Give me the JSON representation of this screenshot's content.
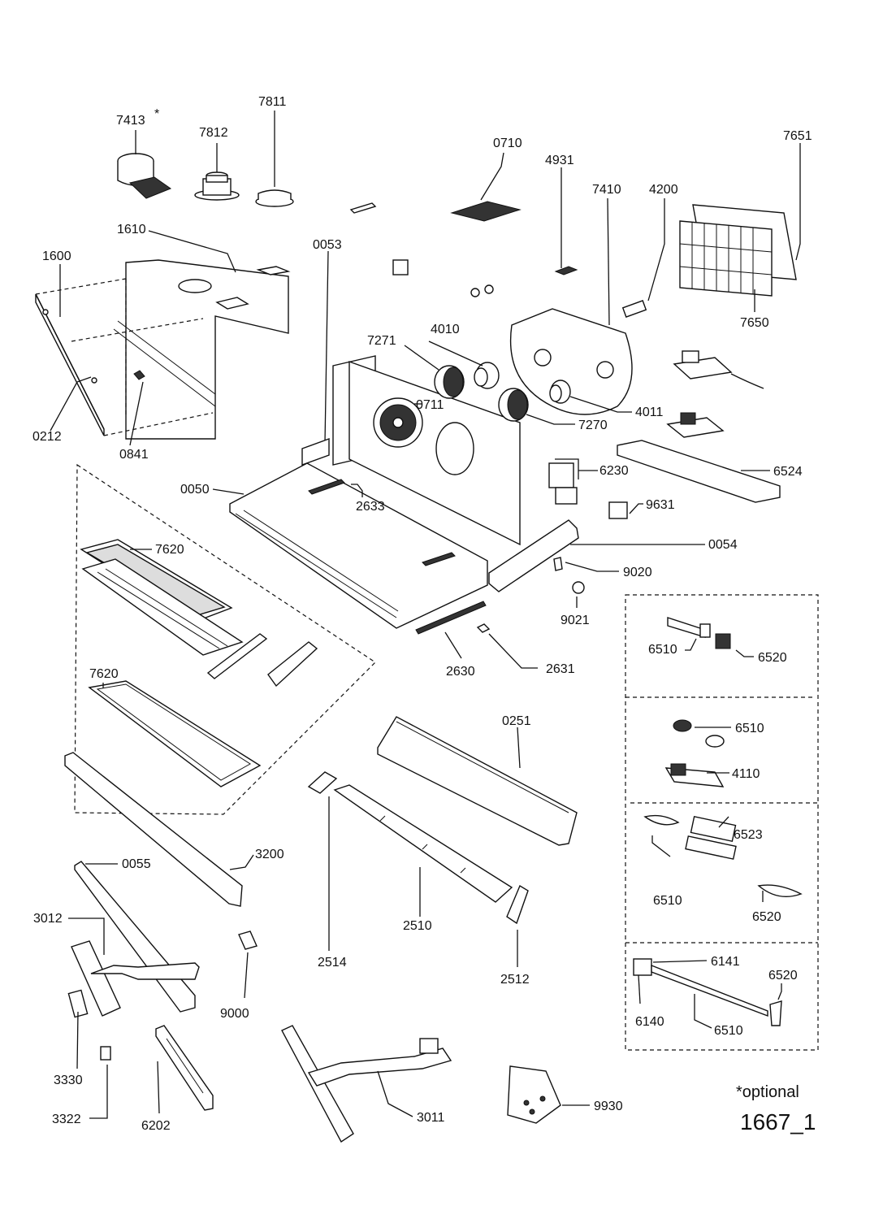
{
  "diagram": {
    "title_code": "1667_1",
    "footnote": "*optional",
    "asterisk": "*",
    "labels": {
      "p7413": "7413",
      "p7812": "7812",
      "p7811": "7811",
      "p0710": "0710",
      "p4931": "4931",
      "p7410": "7410",
      "p4200": "4200",
      "p7651": "7651",
      "p7650": "7650",
      "p1610": "1610",
      "p1600": "1600",
      "p0053": "0053",
      "p0212": "0212",
      "p0841": "0841",
      "p7271": "7271",
      "p4010": "4010",
      "p0711": "0711",
      "p4011": "4011",
      "p7270": "7270",
      "p6230": "6230",
      "p6524": "6524",
      "p9631": "9631",
      "p0054": "0054",
      "p9020": "9020",
      "p9021": "9021",
      "p0050": "0050",
      "p2633": "2633",
      "p7620a": "7620",
      "p7620b": "7620",
      "p2630": "2630",
      "p2631": "2631",
      "p0251": "0251",
      "p3200": "3200",
      "p0055": "0055",
      "p3012": "3012",
      "p2514": "2514",
      "p2510": "2510",
      "p2512": "2512",
      "p9000": "9000",
      "p3330": "3330",
      "p3322": "3322",
      "p6202": "6202",
      "p3011": "3011",
      "p9930": "9930",
      "box1_6510": "6510",
      "box1_6520": "6520",
      "box2_6510": "6510",
      "box2_4110": "4110",
      "box3_6523": "6523",
      "box3_6510": "6510",
      "box3_6520": "6520",
      "box4_6141": "6141",
      "box4_6520": "6520",
      "box4_6140": "6140",
      "box4_6510": "6510"
    }
  }
}
